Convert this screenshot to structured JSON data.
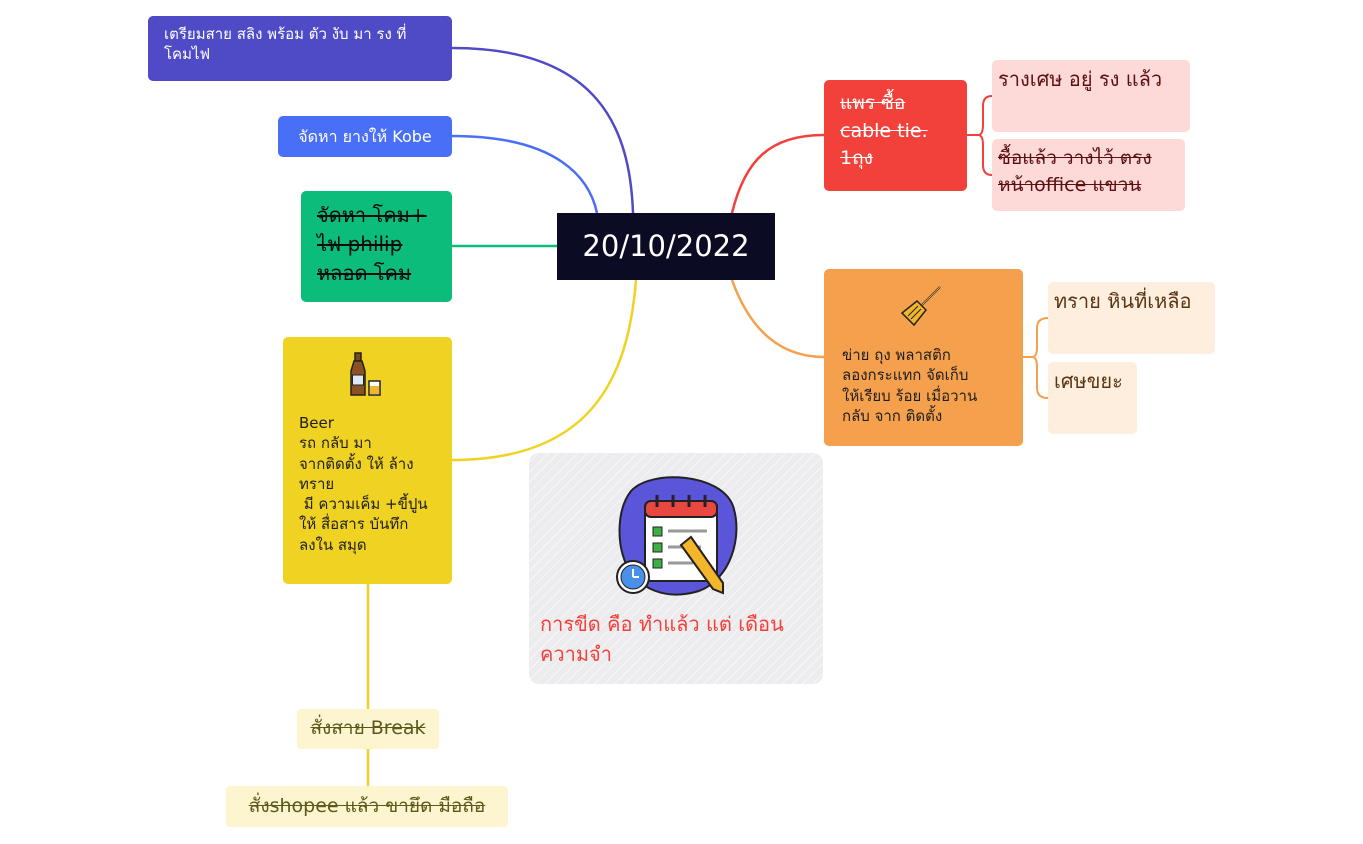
{
  "central_topic": "20/10/2022",
  "colors": {
    "central": "#0b0b24",
    "purple": "#4f4ac6",
    "blue": "#4a6ff7",
    "green": "#0cbc7a",
    "yellow": "#f0d223",
    "red": "#f2413a",
    "orange": "#f5a04c",
    "note_text": "#f2413a"
  },
  "left_branches": [
    {
      "text": "เตรียมสาย สลิง พร้อม ตัว งับ มา รง ที่ โคมไฟ",
      "completed": false
    },
    {
      "text": "จัดหา ยางให้ Kobe",
      "completed": false
    },
    {
      "text": "จัดหา โคม+ ไฟ philip หลอด โคม",
      "completed": true
    },
    {
      "icon": "beer-icon",
      "lines": [
        "Beer",
        "รถ กลับ มา",
        "จากติดตั้ง ให้ ล้าง",
        "ทราย",
        " มี ความเค็ม +ขี้ปูน",
        "ให้ สื่อสาร บันทึก",
        "ลงใน สมุด"
      ],
      "children": [
        {
          "text": "สั่งสาย Break",
          "completed": true
        },
        {
          "text": "สั่งshopee แล้ว ขายึด มือถือ",
          "completed": true
        }
      ]
    }
  ],
  "right_branches": [
    {
      "text": "แพร ซื้อ cable tie. 1ถุง",
      "completed": true,
      "children": [
        {
          "text": "รางเศษ อยู่ รง แล้ว",
          "completed": false
        },
        {
          "text": "ซื้อแล้ว วางไว้ ตรง หน้าoffice แขวน",
          "completed": true
        }
      ]
    },
    {
      "icon": "broom-icon",
      "lines": [
        "ข่าย ถุง พลาสติก",
        "ลองกระแทก จัดเก็บ",
        "ให้เรียบ ร้อย เมื่อวาน",
        "กลับ จาก ติดตั้ง"
      ],
      "children": [
        {
          "text": "ทราย หินที่เหลือ",
          "completed": false
        },
        {
          "text": "เศษขยะ",
          "completed": false
        }
      ]
    }
  ],
  "note": {
    "icon": "checklist-calendar-icon",
    "text": "การขีด คือ ทำแล้ว แต่ เดือน ความจำ"
  }
}
